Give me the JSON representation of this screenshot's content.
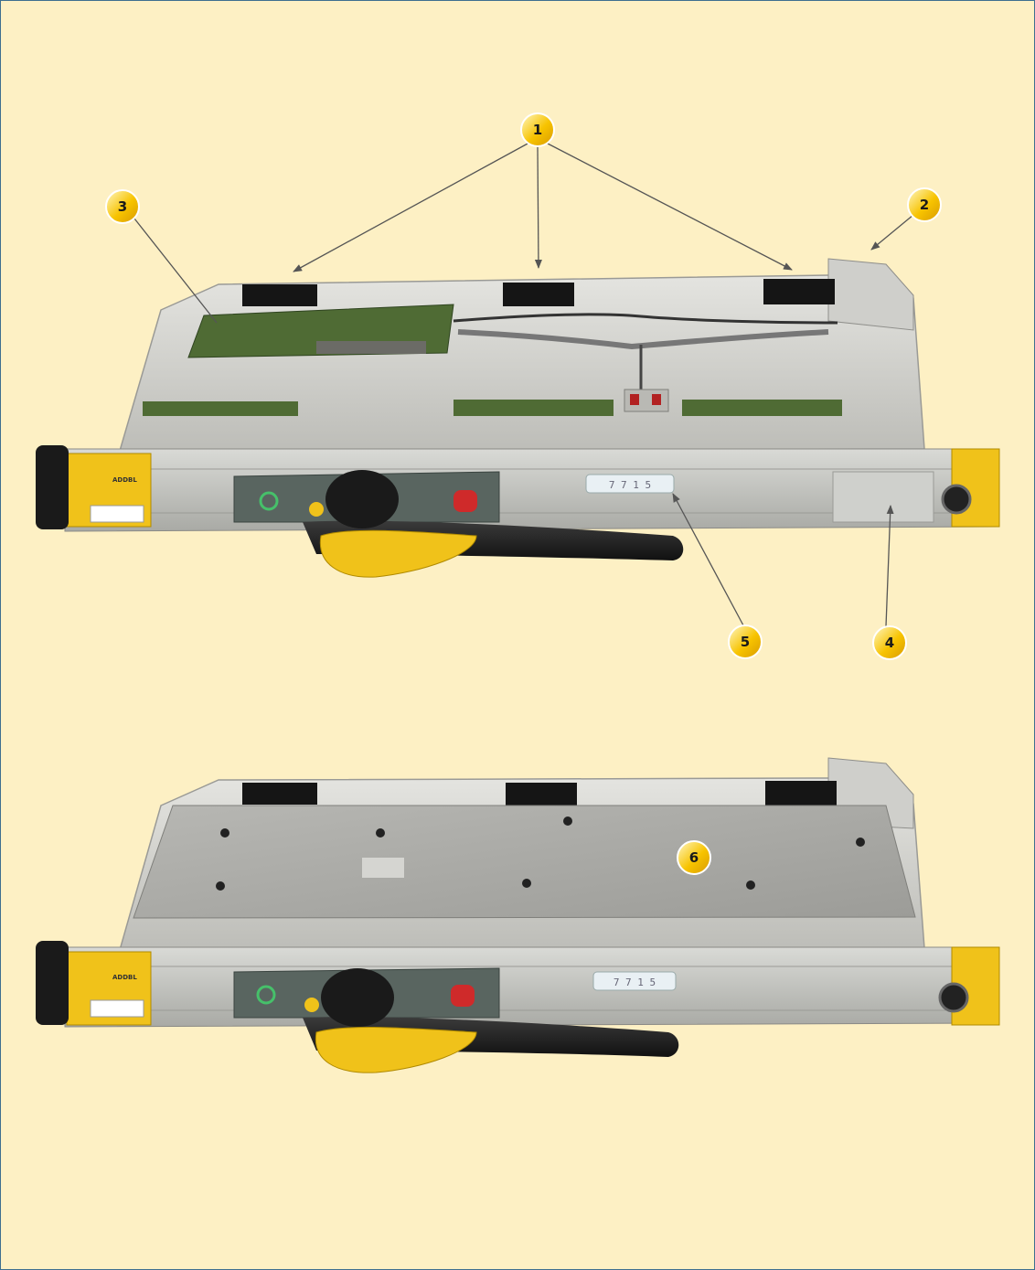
{
  "colors": {
    "background": "#fdf0c4",
    "frame": "#3d6f8f",
    "callout": "#f7c300",
    "module_yellow": "#f0c21a",
    "pcb_green": "#4f6b34"
  },
  "callouts": [
    "1",
    "2",
    "3",
    "4",
    "5",
    "6"
  ],
  "top_module": {
    "front_label_line1": "ADDBL",
    "front_label_line2": "",
    "counter_text": "7 7 1 5"
  },
  "bottom_module": {
    "front_label_line1": "ADDBL",
    "counter_text": "7 7 1 5"
  }
}
